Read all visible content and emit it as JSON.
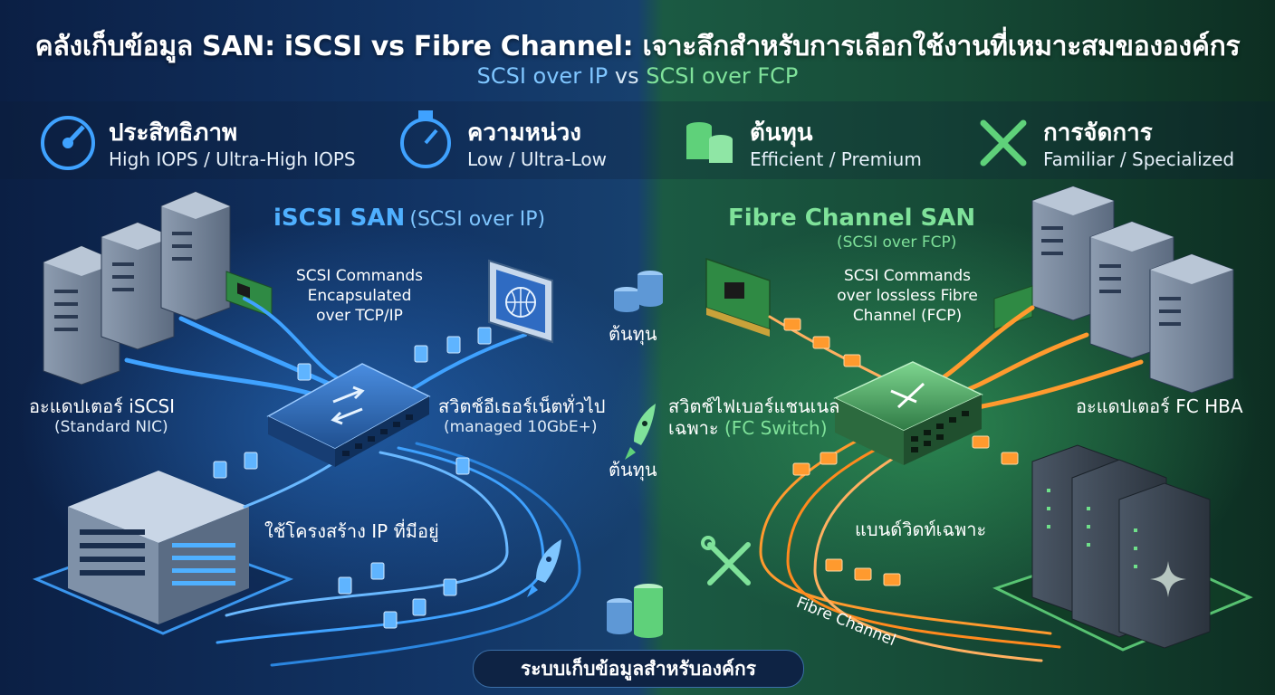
{
  "header": {
    "title": "คลังเก็บข้อมูล SAN: iSCSI vs Fibre Channel: เจาะลึกสำหรับการเลือกใช้งานที่เหมาะสมขององค์กร",
    "subtitle_left": "SCSI over IP",
    "subtitle_mid": "vs",
    "subtitle_right": "SCSI over FCP"
  },
  "metrics": [
    {
      "icon": "gauge-icon",
      "title": "ประสิทธิภาพ",
      "value": "High IOPS / Ultra-High IOPS"
    },
    {
      "icon": "stopwatch-icon",
      "title": "ความหน่วง",
      "value": "Low / Ultra-Low"
    },
    {
      "icon": "coins-icon",
      "title": "ต้นทุน",
      "value": "Efficient / Premium"
    },
    {
      "icon": "tools-icon",
      "title": "การจัดการ",
      "value": "Familiar / Specialized"
    }
  ],
  "iscsi": {
    "title": "iSCSI SAN",
    "title_suffix": "(SCSI over IP)",
    "encap_label": "SCSI Commands Encapsulated over TCP/IP",
    "encap_lines": [
      "SCSI Commands",
      "Encapsulated",
      "over TCP/IP"
    ],
    "adapter_label": "อะแดปเตอร์ iSCSI",
    "adapter_sub": "(Standard NIC)",
    "switch_label": "สวิตช์อีเธอร์เน็ตทั่วไป",
    "switch_sub": "(managed 10GbE+)",
    "infra_label": "ใช้โครงสร้าง IP ที่มีอยู่"
  },
  "fc": {
    "title": "Fibre Channel SAN",
    "title_suffix": "(SCSI over FCP)",
    "cmd_lines": [
      "SCSI Commands",
      "over lossless Fibre",
      "Channel (FCP)"
    ],
    "switch_label_1": "สวิตช์ไฟเบอร์แชนเนล",
    "switch_label_2a": "เฉพาะ",
    "switch_label_2b": "(FC Switch)",
    "hba_label": "อะแดปเตอร์ FC HBA",
    "bandwidth_label": "แบนด์วิดท์เฉพาะ",
    "cable_label": "Fibre Channel"
  },
  "center": {
    "cost_label_1": "ต้นทุน",
    "cost_label_2": "ต้นทุน",
    "footer": "ระบบเก็บข้อมูลสำหรับองค์กร"
  },
  "colors": {
    "iscsi_accent": "#3fa2ff",
    "fc_accent": "#5fd17a",
    "fc_cable": "#ff9a2e"
  }
}
